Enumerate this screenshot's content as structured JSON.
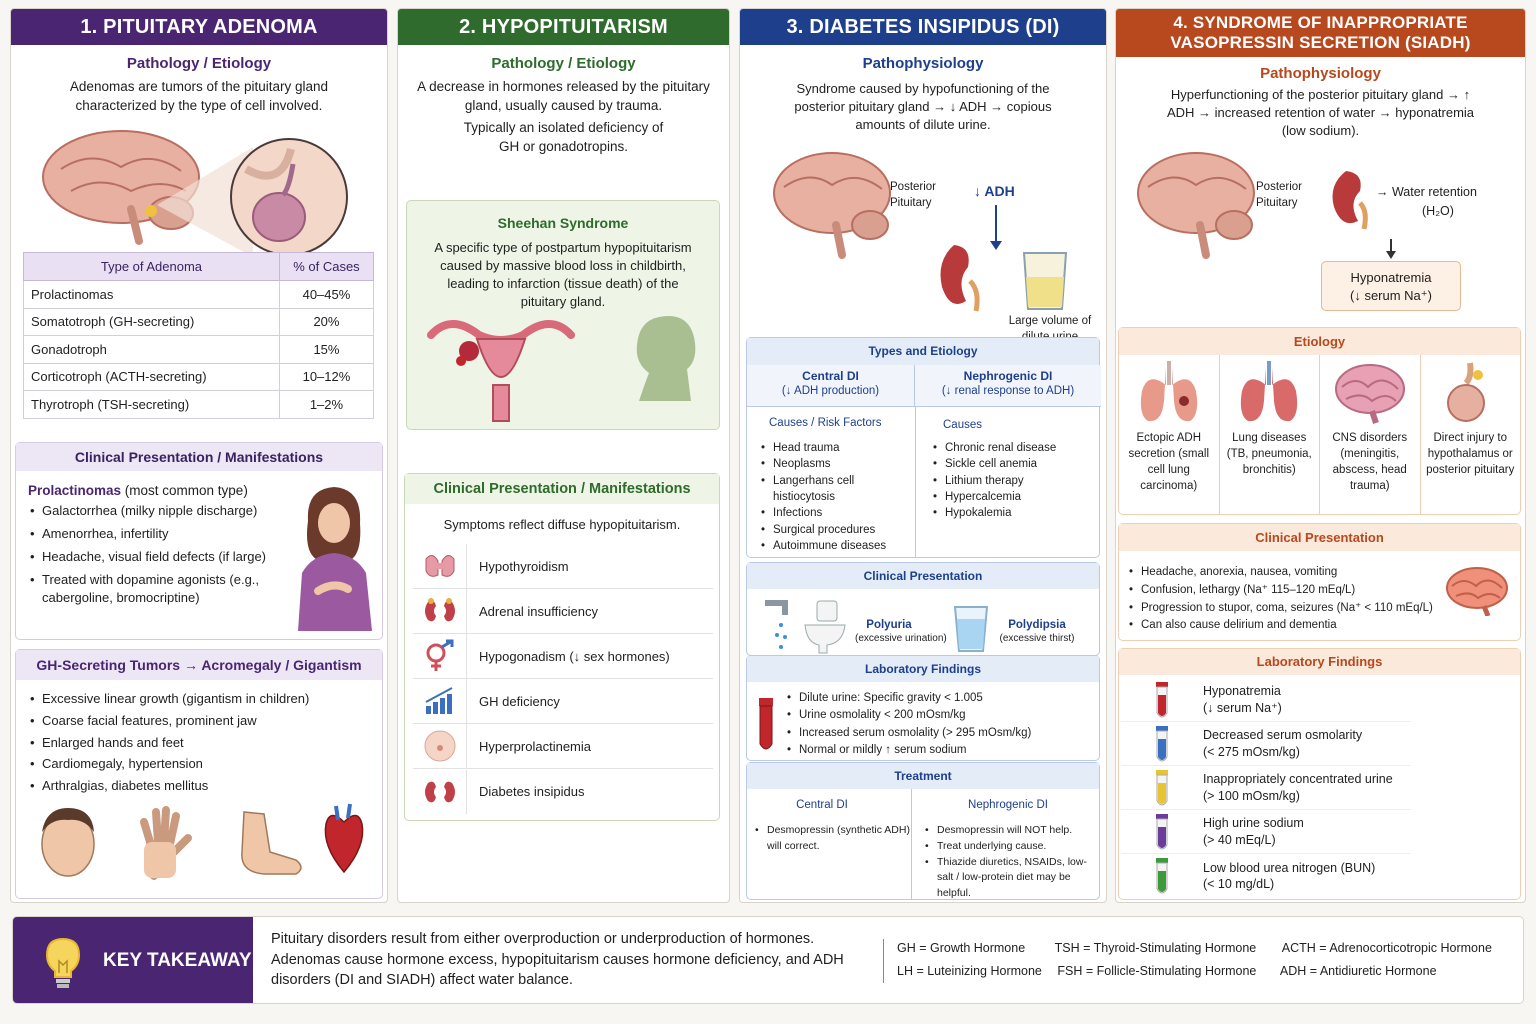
{
  "col1": {
    "title": "1. PITUITARY ADENOMA",
    "path_title": "Pathology / Etiology",
    "path_text": "Adenomas are tumors of the pituitary gland characterized by the type of cell involved.",
    "table_headers": [
      "Type of Adenoma",
      "% of Cases"
    ],
    "table_rows": [
      {
        "type": "Prolactinomas",
        "pct": "40–45%"
      },
      {
        "type": "Somatotroph (GH-secreting)",
        "pct": "20%"
      },
      {
        "type": "Gonadotroph",
        "pct": "15%"
      },
      {
        "type": "Corticotroph (ACTH-secreting)",
        "pct": "10–12%"
      },
      {
        "type": "Thyrotroph (TSH-secreting)",
        "pct": "1–2%"
      }
    ],
    "clin_title": "Clinical Presentation / Manifestations",
    "prolac_label": "Prolactinomas",
    "prolac_note": " (most common type)",
    "prolac_items": [
      "Galactorrhea (milky nipple discharge)",
      "Amenorrhea, infertility",
      "Headache, visual field defects (if large)",
      "Treated with dopamine agonists (e.g., cabergoline, bromocriptine)"
    ],
    "gh_title": "GH-Secreting Tumors → Acromegaly / Gigantism",
    "gh_items": [
      "Excessive linear growth (gigantism in children)",
      "Coarse facial features, prominent jaw",
      "Enlarged hands and feet",
      "Cardiomegaly, hypertension",
      "Arthralgias, diabetes mellitus"
    ]
  },
  "col2": {
    "title": "2. HYPOPITUITARISM",
    "path_title": "Pathology / Etiology",
    "path_text1": "A decrease in hormones released by the pituitary gland, usually caused by trauma.",
    "path_text2": "Typically an isolated deficiency of GH or gonadotropins.",
    "sheehan_title": "Sheehan Syndrome",
    "sheehan_text": "A specific type of postpartum hypopituitarism caused by massive blood loss in childbirth, leading to infarction (tissue death) of the pituitary gland.",
    "clin_title": "Clinical Presentation / Manifestations",
    "clin_text": "Symptoms reflect diffuse hypopituitarism.",
    "manifestations": [
      "Hypothyroidism",
      "Adrenal insufficiency",
      "Hypogonadism (↓ sex hormones)",
      "GH deficiency",
      "Hyperprolactinemia",
      "Diabetes insipidus"
    ]
  },
  "col3": {
    "title": "3. DIABETES INSIPIDUS (DI)",
    "patho_title": "Pathophysiology",
    "patho_text": "Syndrome caused by hypofunctioning of the posterior pituitary gland → ↓ ADH → copious amounts of dilute urine.",
    "posterior_label": "Posterior Pituitary",
    "adh_label": "↓ ADH",
    "urine_label": "Large volume of dilute urine",
    "types_title": "Types and Etiology",
    "central_title": "Central DI",
    "central_sub": "(↓ ADH production)",
    "nephro_title": "Nephrogenic DI",
    "nephro_sub": "(↓ renal response to ADH)",
    "central_causes_title": "Causes / Risk Factors",
    "central_causes": [
      "Head trauma",
      "Neoplasms",
      "Langerhans cell histiocytosis",
      "Infections",
      "Surgical procedures",
      "Autoimmune diseases"
    ],
    "nephro_causes_title": "Causes",
    "nephro_causes": [
      "Chronic renal disease",
      "Sickle cell anemia",
      "Lithium therapy",
      "Hypercalcemia",
      "Hypokalemia"
    ],
    "clin_title": "Clinical Presentation",
    "polyuria": "Polyuria",
    "polyuria_sub": "(excessive urination)",
    "polydipsia": "Polydipsia",
    "polydipsia_sub": "(excessive thirst)",
    "lab_title": "Laboratory Findings",
    "lab_items": [
      "Dilute urine: Specific gravity < 1.005",
      "Urine osmolality < 200 mOsm/kg",
      "Increased serum osmolality (> 295 mOsm/kg)",
      "Normal or mildly ↑ serum sodium"
    ],
    "treat_title": "Treatment",
    "treat_central_title": "Central DI",
    "treat_central_items": [
      "Desmopressin (synthetic ADH) will correct."
    ],
    "treat_nephro_title": "Nephrogenic DI",
    "treat_nephro_items": [
      "Desmopressin will NOT help.",
      "Treat underlying cause.",
      "Thiazide diuretics, NSAIDs, low-salt / low-protein diet may be helpful."
    ]
  },
  "col4": {
    "title": "4. SYNDROME OF INAPPROPRIATE VASOPRESSIN SECRETION (SIADH)",
    "patho_title": "Pathophysiology",
    "patho_text": "Hyperfunctioning of the posterior pituitary gland → ↑ ADH → increased retention of water → hyponatremia (low sodium).",
    "posterior_label": "Posterior Pituitary",
    "water_label": "→ Water retention",
    "water_sub": "(H₂O)",
    "hypo_label": "Hyponatremia",
    "hypo_sub": "(↓ serum Na⁺)",
    "etiology_title": "Etiology",
    "etiology": [
      "Ectopic ADH secretion (small cell lung carcinoma)",
      "Lung diseases (TB, pneumonia, bronchitis)",
      "CNS disorders (meningitis, abscess, head trauma)",
      "Direct injury to hypothalamus or posterior pituitary"
    ],
    "clin_title": "Clinical Presentation",
    "clin_items": [
      "Headache, anorexia, nausea, vomiting",
      "Confusion, lethargy (Na⁺ 115–120 mEq/L)",
      "Progression to stupor, coma, seizures (Na⁺ < 110 mEq/L)",
      "Can also cause delirium and dementia"
    ],
    "lab_title": "Laboratory Findings",
    "labs": [
      {
        "l1": "Hyponatremia",
        "l2": "(↓ serum Na⁺)",
        "color": "#c0262b"
      },
      {
        "l1": "Decreased serum osmolarity",
        "l2": "(< 275 mOsm/kg)",
        "color": "#3b6fc2"
      },
      {
        "l1": "Inappropriately concentrated urine",
        "l2": "(> 100 mOsm/kg)",
        "color": "#e8c431"
      },
      {
        "l1": "High urine sodium",
        "l2": "(> 40 mEq/L)",
        "color": "#6b3c9a"
      },
      {
        "l1": "Low blood urea nitrogen (BUN)",
        "l2": "(< 10 mg/dL)",
        "color": "#3d9a3a"
      }
    ]
  },
  "footer": {
    "label": "KEY TAKEAWAY",
    "text": "Pituitary disorders result from either overproduction or underproduction of hormones. Adenomas cause hormone excess, hypopituitarism causes hormone deficiency, and ADH disorders (DI and SIADH) affect water balance.",
    "abbr_row1": [
      "GH = Growth Hormone",
      "TSH = Thyroid-Stimulating Hormone",
      "ACTH = Adrenocorticotropic Hormone"
    ],
    "abbr_row2": [
      "LH = Luteinizing Hormone",
      "FSH = Follicle-Stimulating Hormone",
      "ADH = Antidiuretic Hormone"
    ]
  }
}
